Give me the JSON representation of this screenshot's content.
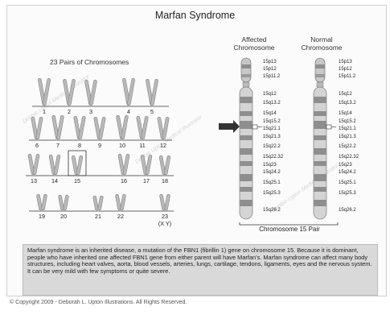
{
  "title": "Marfan Syndrome",
  "karyotype": {
    "title": "23 Pairs of Chromosomes",
    "numbers": [
      "1",
      "2",
      "3",
      "4",
      "5",
      "6",
      "7",
      "8",
      "9",
      "10",
      "11",
      "12",
      "13",
      "14",
      "15",
      "16",
      "17",
      "18",
      "19",
      "20",
      "21",
      "22",
      "23",
      "(X Y)"
    ]
  },
  "affected": {
    "title_line1": "Affected",
    "title_line2": "Chromosome",
    "bands": [
      "15p13",
      "15p12",
      "15p11.2",
      "15q12",
      "15q13.2",
      "15q14",
      "15q15.2",
      "15q21.1",
      "15q21.3",
      "15q22.2",
      "15q22.32",
      "15q23",
      "15q24.2",
      "15q25.1",
      "15q25.3",
      "15q26.2"
    ]
  },
  "normal": {
    "title_line1": "Normal",
    "title_line2": "Chromosome",
    "bands": [
      "15p13",
      "15p12",
      "15p11.2",
      "15q12",
      "15q13.2",
      "15q14",
      "15q15.2",
      "15q21.1",
      "15q21.3",
      "15q22.2",
      "15q22.32",
      "15q23",
      "15q24.2",
      "15q25.1",
      "15q25.3",
      "15q26.2"
    ]
  },
  "pair_label": "Chromosome 15 Pair",
  "description": "Marfan syndrome is an inherited disease, a mutation of the FBN1 (fibrillin 1) gene on chromosome 15. Because it is dominant, people who have inherited one affected FBN1 gene from either parent will have Marfan's. Marfan syndrome can affect many body structures, including heart valves, aorta, blood vessels, arteries, lungs, cartilage, tendons, ligaments, eyes and the nervous system. It can be very mild with few symptoms or quite severe.",
  "copyright": "© Copyright 2009 - Deborah L. Upton Illustrations. All Rights Reserved.",
  "watermark": "Debbie Upton Medical Illustrator"
}
